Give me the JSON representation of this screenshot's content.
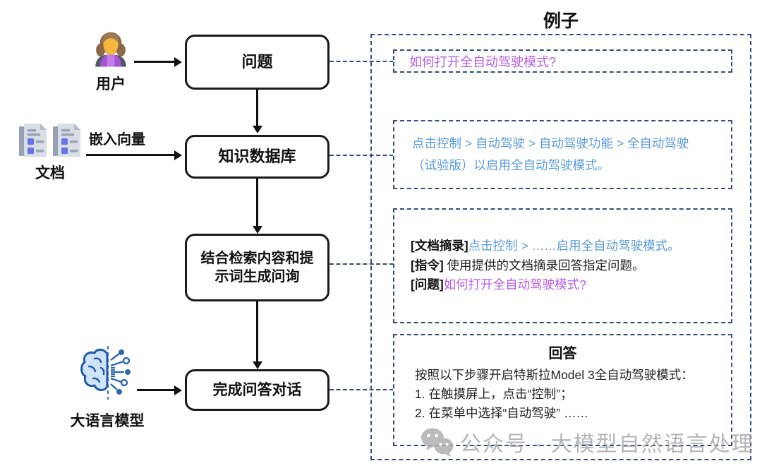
{
  "panel": {
    "title": "例子"
  },
  "flow": {
    "user_label": "用户",
    "docs_label": "文档",
    "embed_label": "嵌入向量",
    "llm_label": "大语言模型",
    "question_box": "问题",
    "kb_box": "知识数据库",
    "combine_box_line1": "结合检索内容和提",
    "combine_box_line2": "示词生成问询",
    "answer_box": "完成问答对话"
  },
  "examples": {
    "question": "如何打开全自动驾驶模式?",
    "retrieval_line1": "点击控制 > 自动驾驶 > 自动驾驶功能 > 全自动驾驶",
    "retrieval_line2": "（试验版）以启用全自动驾驶模式。",
    "prompt": {
      "doc_tag": "[文档摘录]",
      "doc_text": "点击控制 > ……启用全自动驾驶模式。",
      "inst_tag": "[指令] ",
      "inst_text": "使用提供的文档摘录回答指定问题。",
      "q_tag": "[问题]",
      "q_text": "如何打开全自动驾驶模式?"
    },
    "answer": {
      "title": "回答",
      "line1": "按照以下步骤开启特斯拉Model 3全自动驾驶模式：",
      "line2": "1. 在触摸屏上，点击“控制”；",
      "line3": "2. 在菜单中选择“自动驾驶” ……"
    }
  },
  "watermark": "公众号 · 大模型自然语言处理",
  "icons": {
    "user": "user-icon",
    "documents": "documents-icon",
    "llm": "brain-circuit-icon",
    "watermark": "wechat-icon"
  },
  "colors": {
    "link_blue": "#5b9bd5",
    "question_purple": "#b55ce0",
    "dash_navy": "#31507e",
    "box_border": "#1a1a1a"
  }
}
